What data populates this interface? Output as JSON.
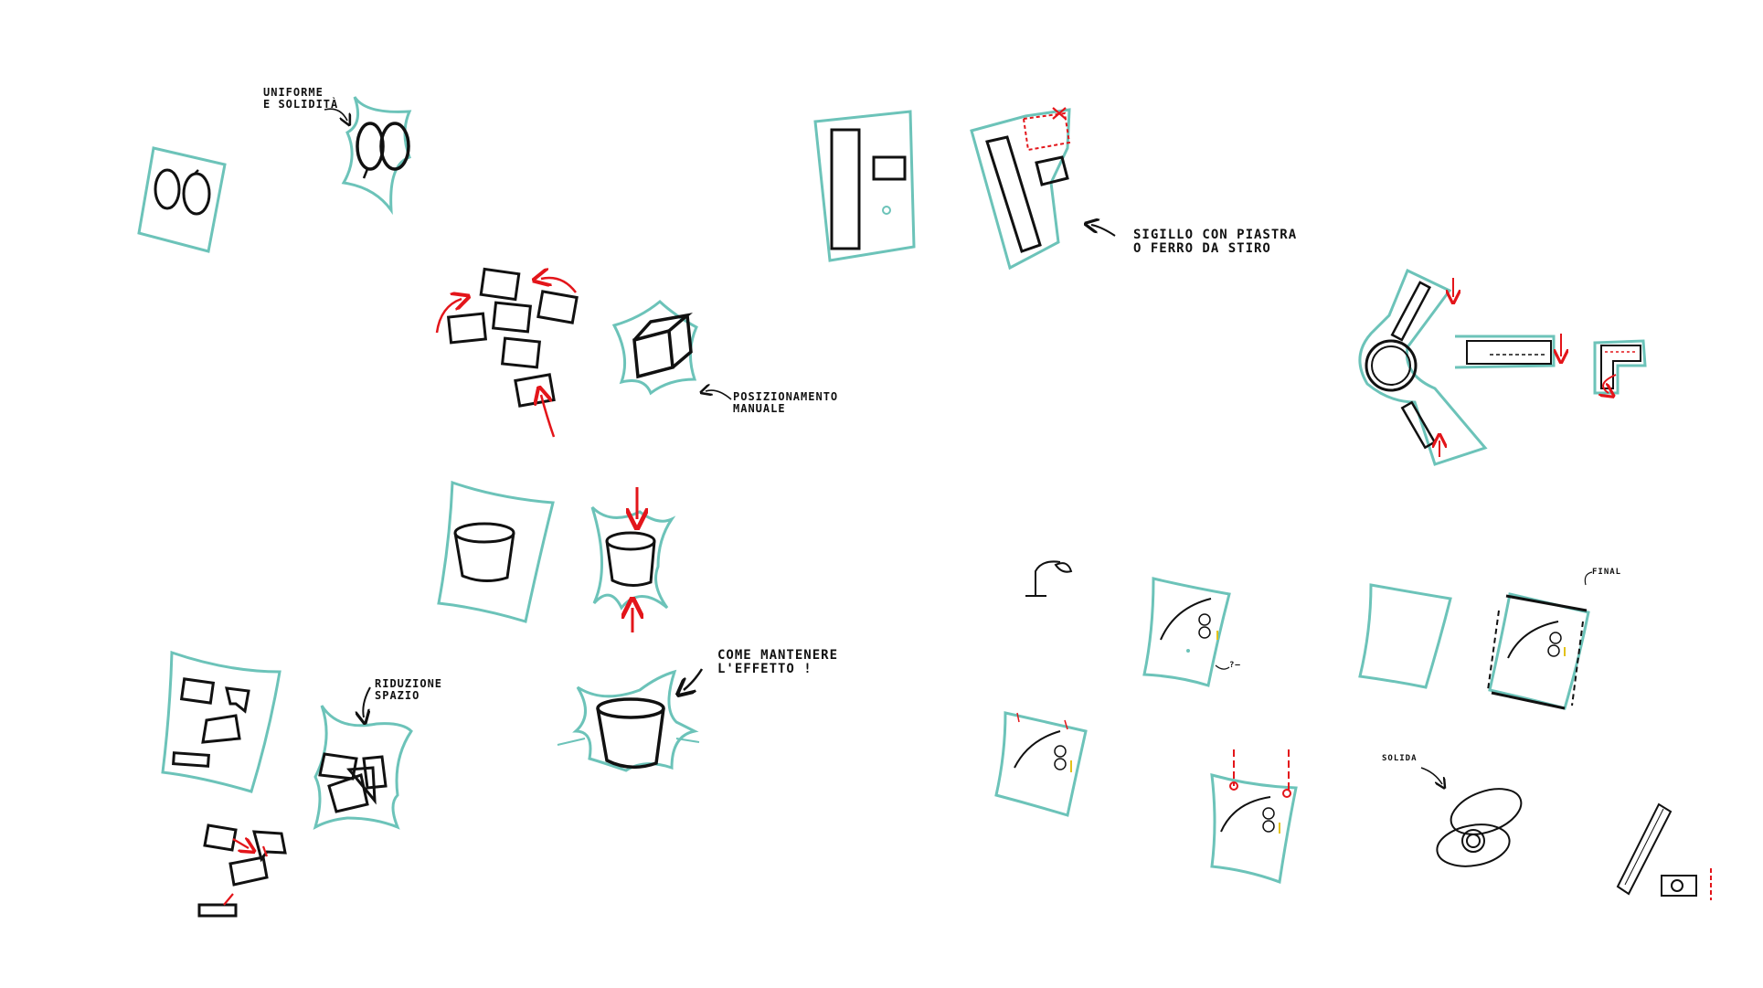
{
  "colors": {
    "wrap": "#6cc3b9",
    "ink": "#111111",
    "accent": "#e3151a",
    "highlight": "#e3c21a",
    "background": "#ffffff"
  },
  "annotations": {
    "uniforme": [
      "UNIFORME",
      "E SOLIDITÀ"
    ],
    "posizionamento": [
      "POSIZIONAMENTO",
      "MANUALE"
    ],
    "come_mantenere": [
      "COME MANTENERE",
      "L'EFFETTO !"
    ],
    "riduzione": [
      "RIDUZIONE",
      "SPAZIO"
    ],
    "sigillo": [
      "SIGILLO CON PIASTRA",
      "O FERRO DA STIRO"
    ],
    "label_bag": "?—",
    "label_final": "FINAL",
    "label_solida": "SOLIDA"
  },
  "icons": [
    "curved-arrow-icon",
    "red-arrow-icon",
    "red-x-icon",
    "lamp-icon"
  ]
}
